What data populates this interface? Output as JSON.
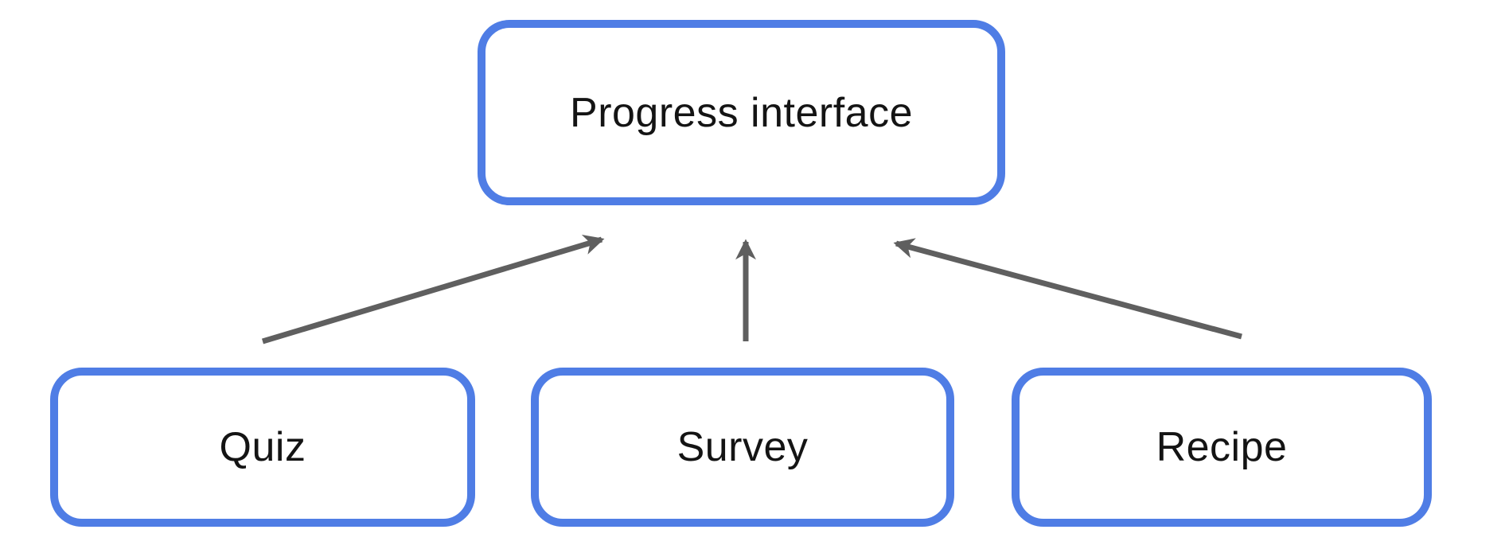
{
  "diagram": {
    "nodes": {
      "progress": {
        "label": "Progress interface"
      },
      "quiz": {
        "label": "Quiz"
      },
      "survey": {
        "label": "Survey"
      },
      "recipe": {
        "label": "Recipe"
      }
    },
    "edges": [
      {
        "from": "Quiz",
        "to": "Progress interface",
        "direction": "up"
      },
      {
        "from": "Survey",
        "to": "Progress interface",
        "direction": "up"
      },
      {
        "from": "Recipe",
        "to": "Progress interface",
        "direction": "up"
      }
    ],
    "colors": {
      "node_border": "#4f7de5",
      "arrow": "#5f5f5f",
      "text": "#141414",
      "background": "#ffffff"
    }
  }
}
